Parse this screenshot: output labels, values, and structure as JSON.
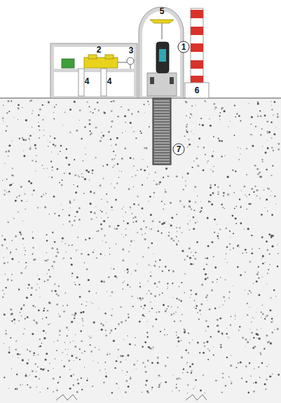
{
  "diagram": {
    "labels": [
      "1",
      "2",
      "3",
      "4",
      "4",
      "5",
      "6",
      "7"
    ]
  }
}
